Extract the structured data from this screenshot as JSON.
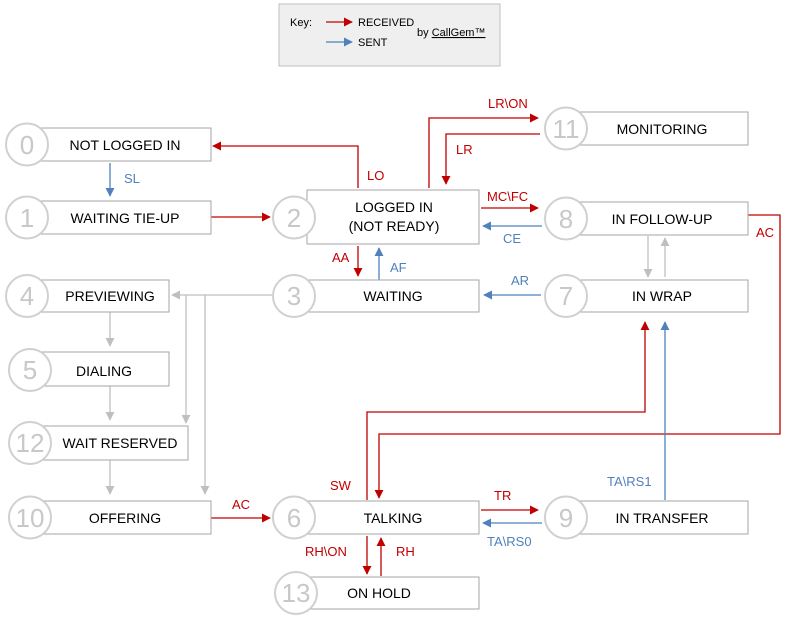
{
  "colors": {
    "received": "#c00000",
    "sent": "#4f81bd",
    "gray": "#bfbfbf"
  },
  "key": {
    "title": "Key:",
    "received": "RECEIVED",
    "sent": "SENT",
    "credit_prefix": "by ",
    "credit_brand": "CallGem™"
  },
  "states": [
    {
      "id": "s0",
      "num": "0",
      "lines": [
        "NOT LOGGED IN"
      ]
    },
    {
      "id": "s1",
      "num": "1",
      "lines": [
        "WAITING TIE-UP"
      ]
    },
    {
      "id": "s2",
      "num": "2",
      "lines": [
        "LOGGED IN",
        "(NOT READY)"
      ]
    },
    {
      "id": "s3",
      "num": "3",
      "lines": [
        "WAITING"
      ]
    },
    {
      "id": "s4",
      "num": "4",
      "lines": [
        "PREVIEWING"
      ]
    },
    {
      "id": "s5",
      "num": "5",
      "lines": [
        "DIALING"
      ]
    },
    {
      "id": "s12",
      "num": "12",
      "lines": [
        "WAIT RESERVED"
      ]
    },
    {
      "id": "s10",
      "num": "10",
      "lines": [
        "OFFERING"
      ]
    },
    {
      "id": "s6",
      "num": "6",
      "lines": [
        "TALKING"
      ]
    },
    {
      "id": "s13",
      "num": "13",
      "lines": [
        "ON HOLD"
      ]
    },
    {
      "id": "s11",
      "num": "11",
      "lines": [
        "MONITORING"
      ]
    },
    {
      "id": "s8",
      "num": "8",
      "lines": [
        "IN FOLLOW-UP"
      ]
    },
    {
      "id": "s7",
      "num": "7",
      "lines": [
        "IN WRAP"
      ]
    },
    {
      "id": "s9",
      "num": "9",
      "lines": [
        "IN TRANSFER"
      ]
    }
  ],
  "transitions": [
    {
      "id": "lo",
      "label": "LO",
      "kind": "received"
    },
    {
      "id": "sl",
      "label": "SL",
      "kind": "sent"
    },
    {
      "id": "tie",
      "label": "",
      "kind": "received"
    },
    {
      "id": "lron",
      "label": "LR\\ON",
      "kind": "received"
    },
    {
      "id": "lr",
      "label": "LR",
      "kind": "received"
    },
    {
      "id": "mcfc",
      "label": "MC\\FC",
      "kind": "received"
    },
    {
      "id": "ce",
      "label": "CE",
      "kind": "sent"
    },
    {
      "id": "aa",
      "label": "AA",
      "kind": "received"
    },
    {
      "id": "af",
      "label": "AF",
      "kind": "sent"
    },
    {
      "id": "ar",
      "label": "AR",
      "kind": "sent"
    },
    {
      "id": "ac8",
      "label": "AC",
      "kind": "received"
    },
    {
      "id": "sw",
      "label": "SW",
      "kind": "received"
    },
    {
      "id": "tars1",
      "label": "TA\\RS1",
      "kind": "sent"
    },
    {
      "id": "tr",
      "label": "TR",
      "kind": "received"
    },
    {
      "id": "tars0",
      "label": "TA\\RS0",
      "kind": "sent"
    },
    {
      "id": "ac10",
      "label": "AC",
      "kind": "received"
    },
    {
      "id": "rhon",
      "label": "RH\\ON",
      "kind": "received"
    },
    {
      "id": "rh",
      "label": "RH",
      "kind": "received"
    }
  ]
}
